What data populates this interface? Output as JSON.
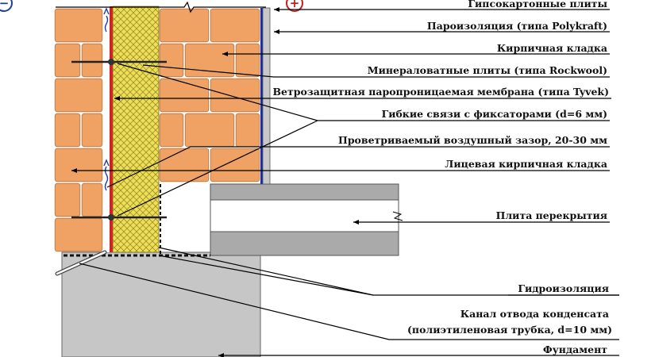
{
  "signs": {
    "minus": "−",
    "plus": "+"
  },
  "labels": [
    "Гипсокартонные плиты",
    "Пароизоляция (типа Polykraft)",
    "Кирпичная кладка",
    "Минераловатные плиты (типа Rockwool)",
    "Ветрозащитная паропроницаемая мембрана (типа Tyvek)",
    "Гибкие связи с фиксаторами (d=6 мм)",
    "Проветриваемый воздушный зазор, 20-30 мм",
    "Лицевая кирпичная кладка",
    "Плита перекрытия",
    "Гидроизоляция",
    "Канал отвода конденсата",
    "(полиэтиленовая трубка, d=10 мм)",
    "Фундамент"
  ],
  "colors": {
    "brick": "#f0a265",
    "mortar": "#ffffff",
    "insulation": "#eddf55",
    "membrane": "#d62020",
    "vapor_barrier": "#1b2ea8",
    "drywall": "#c8c8c8",
    "slab": "#aaaaaa",
    "foundation": "#c6c6c6",
    "minus_sign": "#1f3d9e",
    "plus_sign": "#c0201a"
  }
}
